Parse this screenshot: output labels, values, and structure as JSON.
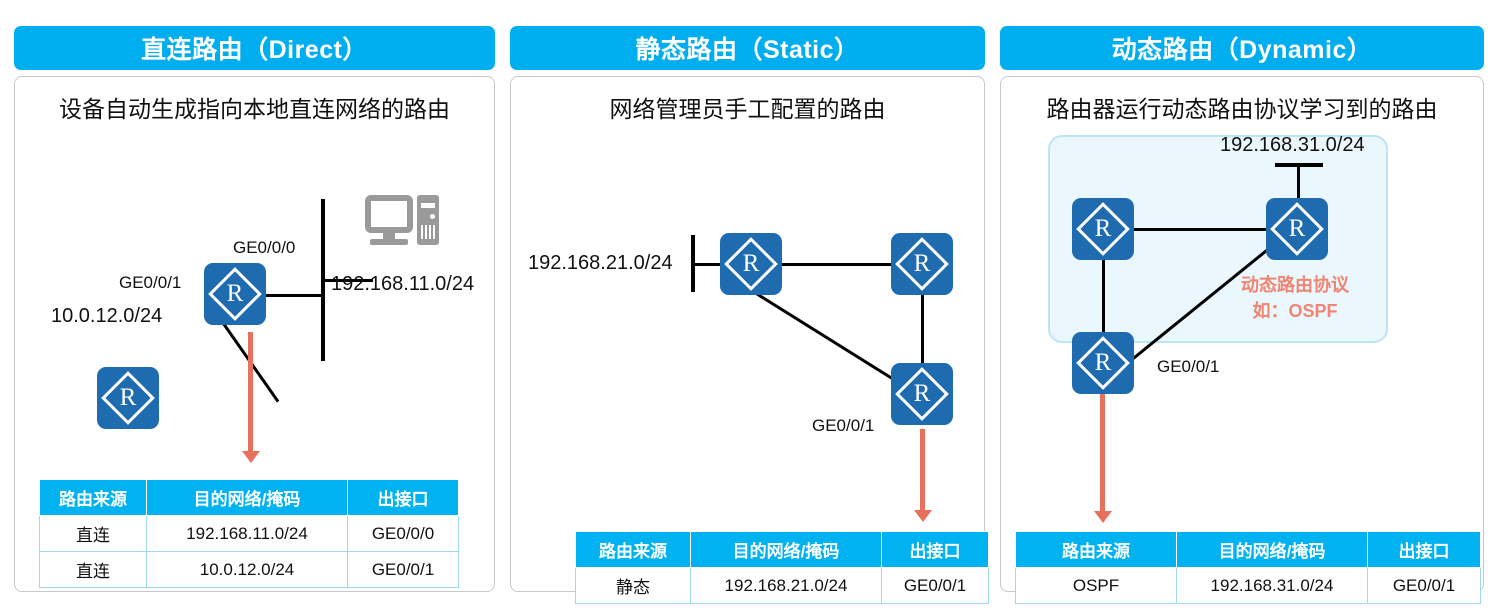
{
  "panels": [
    {
      "id": "direct",
      "header": "直连路由（Direct）",
      "description": "设备自动生成指向本地直连网络的路由",
      "labels": {
        "if_top": "GE0/0/0",
        "if_left": "GE0/0/1",
        "net_left": "10.0.12.0/24",
        "net_right": "192.168.11.0/24"
      },
      "table": {
        "headers": [
          "路由来源",
          "目的网络/掩码",
          "出接口"
        ],
        "rows": [
          [
            "直连",
            "192.168.11.0/24",
            "GE0/0/0"
          ],
          [
            "直连",
            "10.0.12.0/24",
            "GE0/0/1"
          ]
        ]
      }
    },
    {
      "id": "static",
      "header": "静态路由（Static）",
      "description": "网络管理员手工配置的路由",
      "labels": {
        "net_left": "192.168.21.0/24",
        "if_bottom": "GE0/0/1"
      },
      "table": {
        "headers": [
          "路由来源",
          "目的网络/掩码",
          "出接口"
        ],
        "rows": [
          [
            "静态",
            "192.168.21.0/24",
            "GE0/0/1"
          ]
        ]
      }
    },
    {
      "id": "dynamic",
      "header": "动态路由（Dynamic）",
      "description": "路由器运行动态路由协议学习到的路由",
      "labels": {
        "net_top": "192.168.31.0/24",
        "if_bottom": "GE0/0/1",
        "protocol_line1": "动态路由协议",
        "protocol_line2": "如：OSPF"
      },
      "table": {
        "headers": [
          "路由来源",
          "目的网络/掩码",
          "出接口"
        ],
        "rows": [
          [
            "OSPF",
            "192.168.31.0/24",
            "GE0/0/1"
          ]
        ]
      }
    }
  ],
  "icons": {
    "router": "router-icon",
    "pc": "computer-icon",
    "arrow": "down-arrow-icon"
  },
  "colors": {
    "header_bar": "#00AEEF",
    "router_blue": "#1F6BB0",
    "table_header": "#00B2F0",
    "arrow": "#E8715E",
    "protocol_text": "#F08573",
    "cloud_fill": "#EAF7FD"
  }
}
